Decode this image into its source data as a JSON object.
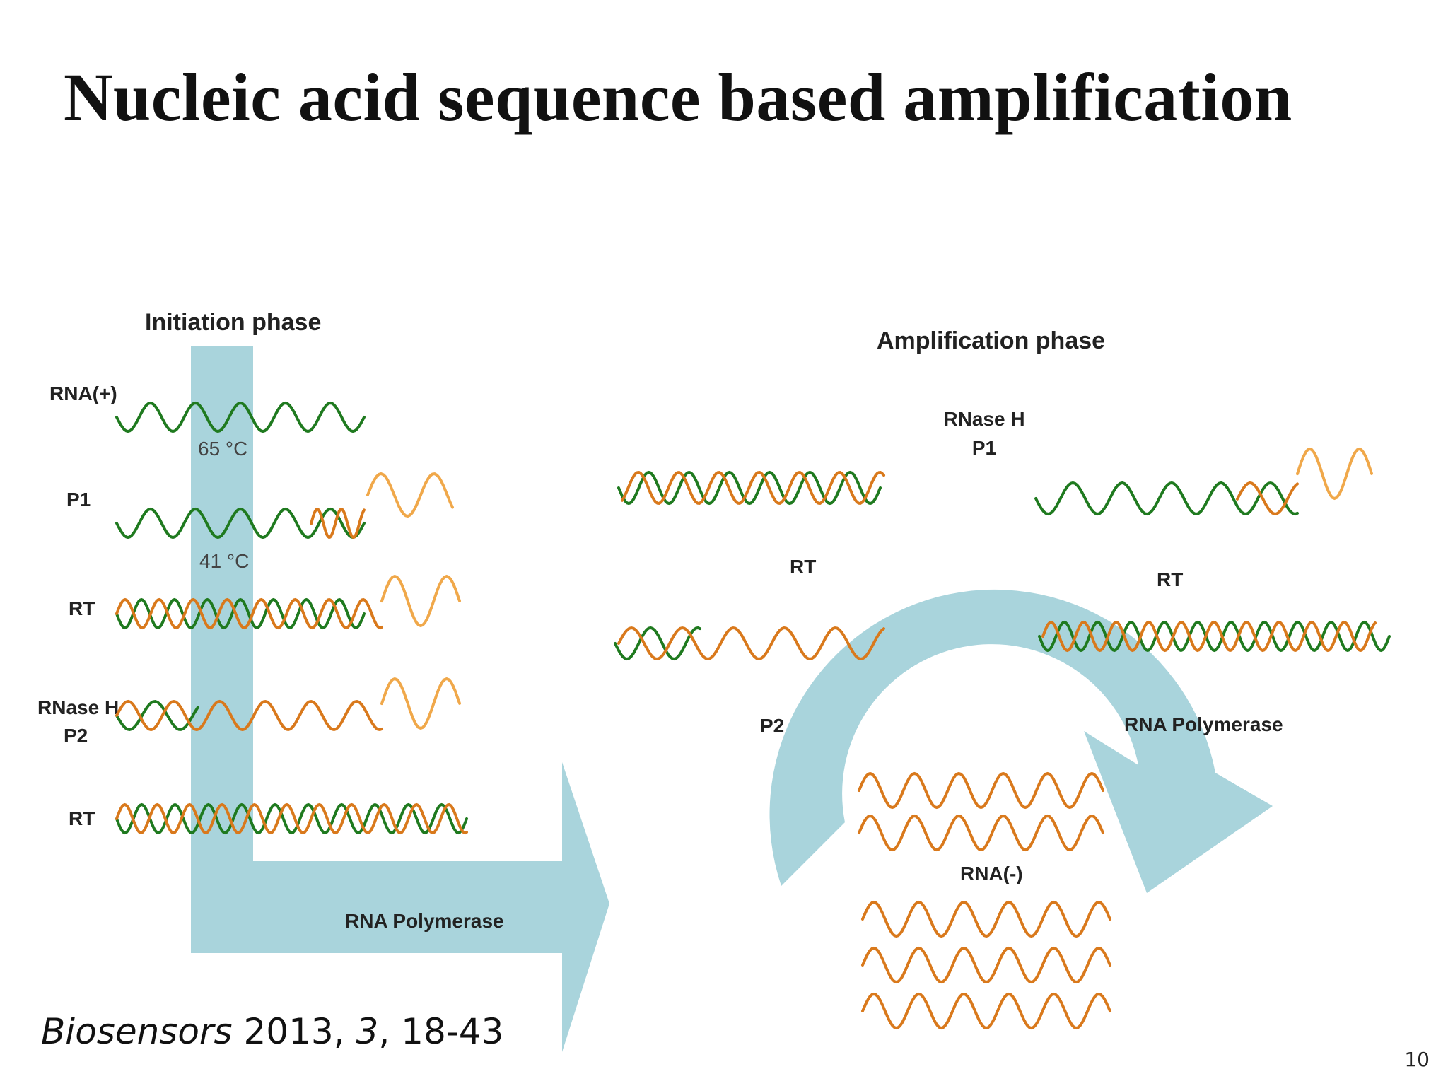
{
  "slide": {
    "title": "Nucleic acid sequence based amplification",
    "page_number": "10"
  },
  "citation": {
    "journal": "Biosensors",
    "year": "2013",
    "volume": "3",
    "pages": "18-43"
  },
  "initiation": {
    "title": "Initiation phase",
    "temp_high": "65 °C",
    "temp_low": "41 °C",
    "rows": [
      "RNA(+)",
      "P1",
      "RT",
      "RNase H",
      "P2",
      "RT"
    ],
    "arrow_label": "RNA Polymerase"
  },
  "amplification": {
    "title": "Amplification phase",
    "rnase_h": "RNase H",
    "p1": "P1",
    "rt_left": "RT",
    "rt_right": "RT",
    "p2": "P2",
    "rna_polymerase": "RNA Polymerase",
    "rna_minus": "RNA(-)"
  },
  "colors": {
    "arrow_fill": "#a9d4dc",
    "strand_green": "#1f7a1f",
    "strand_orange": "#d9791c",
    "strand_light_orange": "#f0a84a"
  }
}
